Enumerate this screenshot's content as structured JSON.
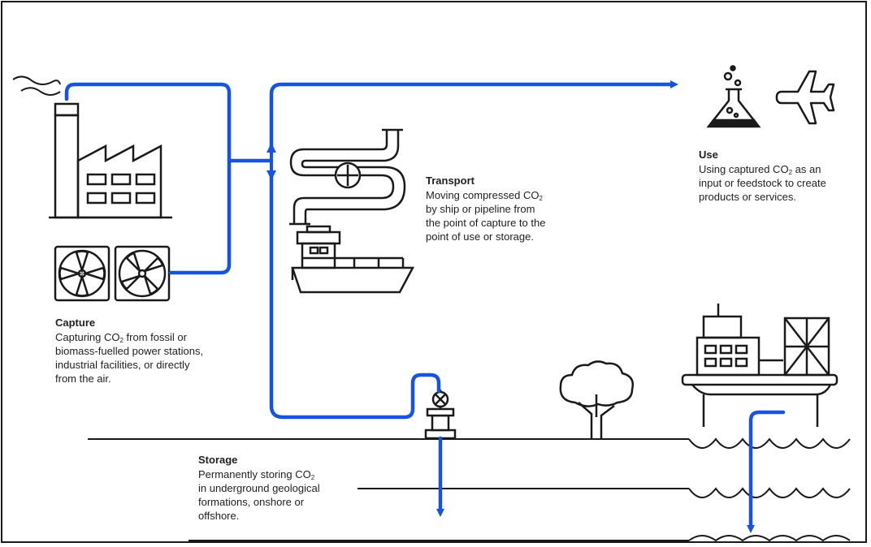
{
  "colors": {
    "flow": "#1553e0",
    "ink": "#1a1a1a",
    "background": "#ffffff"
  },
  "icons": [
    "factory-icon",
    "smoke-icon",
    "direct-air-capture-fans-icon",
    "pipeline-icon",
    "valve-icon",
    "ship-icon",
    "flask-icon",
    "airplane-icon",
    "tree-icon",
    "wellhead-icon",
    "offshore-platform-icon",
    "sea-wave-icon"
  ],
  "capture": {
    "title": "Capture",
    "lines": [
      {
        "pre": "Capturing CO",
        "sub": "2",
        "post": " from fossil or"
      },
      {
        "pre": "biomass-fuelled power stations,",
        "sub": "",
        "post": ""
      },
      {
        "pre": "industrial facilities, or directly",
        "sub": "",
        "post": ""
      },
      {
        "pre": "from the air.",
        "sub": "",
        "post": ""
      }
    ]
  },
  "transport": {
    "title": "Transport",
    "lines": [
      {
        "pre": "Moving compressed CO",
        "sub": "2",
        "post": ""
      },
      {
        "pre": "by ship or pipeline from",
        "sub": "",
        "post": ""
      },
      {
        "pre": "the point of capture to the",
        "sub": "",
        "post": ""
      },
      {
        "pre": "point of use or storage.",
        "sub": "",
        "post": ""
      }
    ]
  },
  "use": {
    "title": "Use",
    "lines": [
      {
        "pre": "Using captured CO",
        "sub": "2",
        "post": " as an"
      },
      {
        "pre": "input or feedstock to create",
        "sub": "",
        "post": ""
      },
      {
        "pre": "products or services.",
        "sub": "",
        "post": ""
      }
    ]
  },
  "storage": {
    "title": "Storage",
    "lines": [
      {
        "pre": "Permanently storing CO",
        "sub": "2",
        "post": ""
      },
      {
        "pre": "in underground geological",
        "sub": "",
        "post": ""
      },
      {
        "pre": "formations, onshore or",
        "sub": "",
        "post": ""
      },
      {
        "pre": "offshore.",
        "sub": "",
        "post": ""
      }
    ]
  }
}
